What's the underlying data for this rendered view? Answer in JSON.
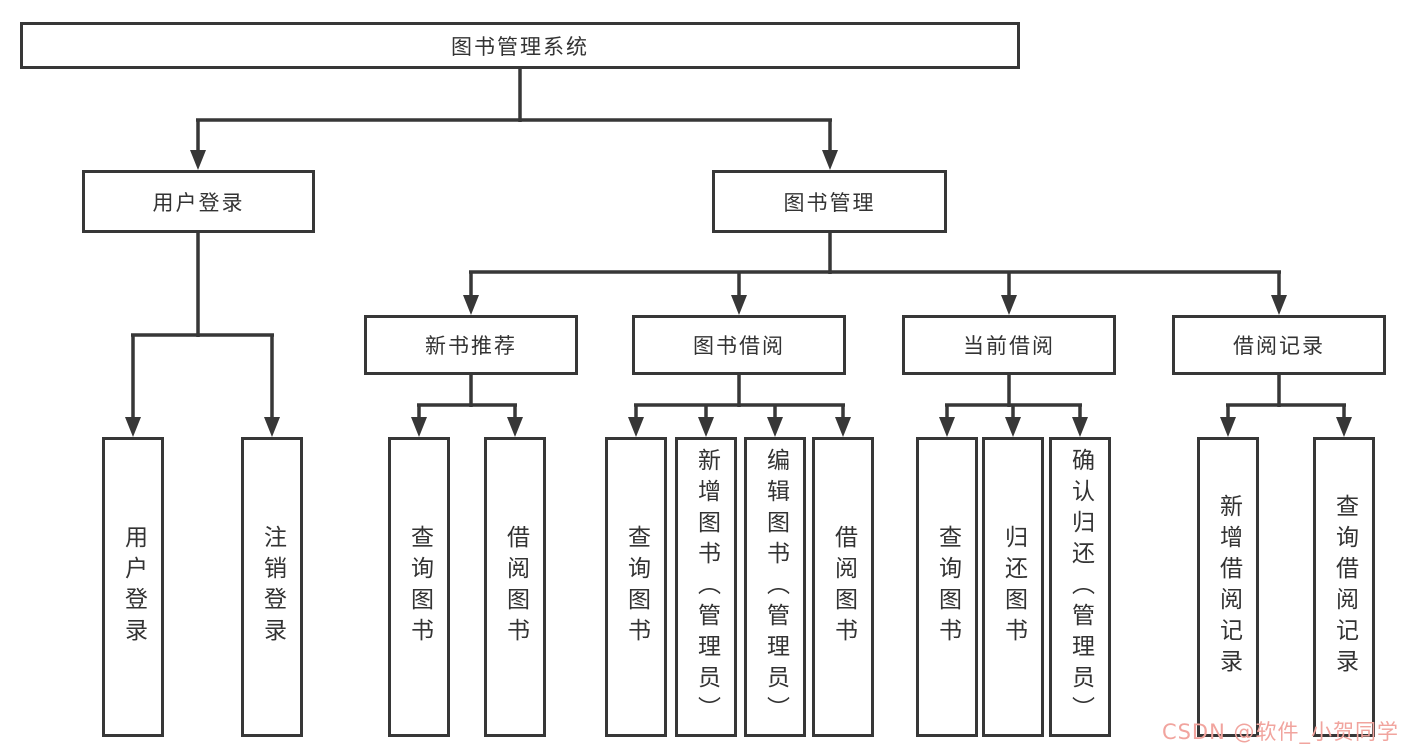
{
  "tree": {
    "root": {
      "label": "图书管理系统"
    },
    "level2": [
      {
        "label": "用户登录"
      },
      {
        "label": "图书管理"
      }
    ],
    "level3": [
      {
        "label": "新书推荐"
      },
      {
        "label": "图书借阅"
      },
      {
        "label": "当前借阅"
      },
      {
        "label": "借阅记录"
      }
    ],
    "groups": [
      {
        "parent": "用户登录",
        "leaves": [
          {
            "label": "用户登录"
          },
          {
            "label": "注销登录"
          }
        ]
      },
      {
        "parent": "新书推荐",
        "leaves": [
          {
            "label": "查询图书"
          },
          {
            "label": "借阅图书"
          }
        ]
      },
      {
        "parent": "图书借阅",
        "leaves": [
          {
            "label": "查询图书"
          },
          {
            "label": "新增图书（管理员）"
          },
          {
            "label": "编辑图书（管理员）"
          },
          {
            "label": "借阅图书"
          }
        ]
      },
      {
        "parent": "当前借阅",
        "leaves": [
          {
            "label": "查询图书"
          },
          {
            "label": "归还图书"
          },
          {
            "label": "确认归还（管理员）"
          }
        ]
      },
      {
        "parent": "借阅记录",
        "leaves": [
          {
            "label": "新增借阅记录"
          },
          {
            "label": "查询借阅记录"
          }
        ]
      }
    ]
  },
  "watermark": {
    "text": "CSDN @软件_小贺同学",
    "color": "#f1a49e"
  },
  "colors": {
    "line": "#373737",
    "text": "#333333",
    "background": "#ffffff"
  }
}
